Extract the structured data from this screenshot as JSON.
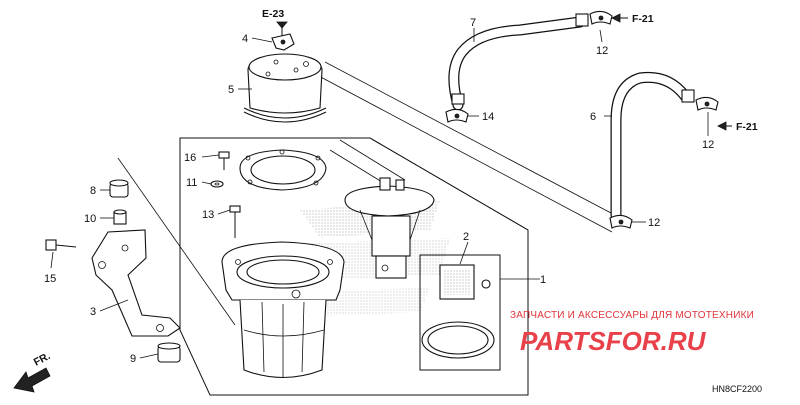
{
  "diagram": {
    "part_numbers": [
      "1",
      "2",
      "3",
      "4",
      "5",
      "6",
      "7",
      "8",
      "9",
      "10",
      "11",
      "12",
      "12",
      "12",
      "13",
      "14",
      "15",
      "16"
    ],
    "reference_codes": [
      "E-23",
      "F-21",
      "F-21"
    ],
    "direction_label": "FR.",
    "diagram_code": "HN8CF2200",
    "watermark": {
      "caption": "ЗАПЧАСТИ И АКСЕССУАРЫ ДЛЯ МОТОТЕХНИКИ",
      "logo": "PARTSFOR.RU"
    },
    "colors": {
      "watermark": "#e8414a",
      "line": "#111111"
    }
  }
}
